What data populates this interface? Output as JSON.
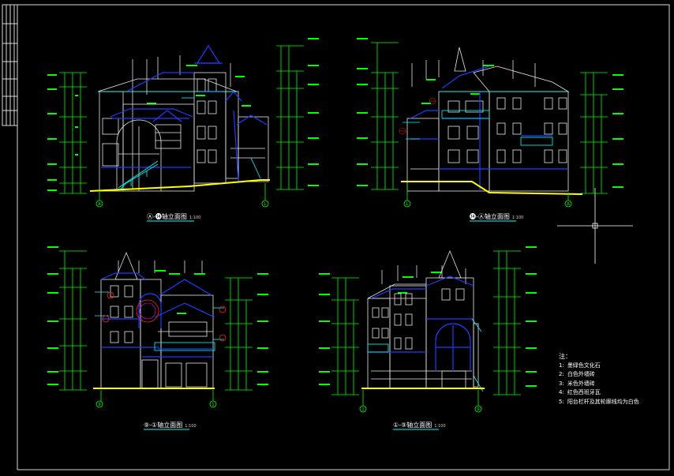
{
  "drawing": {
    "views": [
      {
        "id": "A",
        "label": "Ⓐ-⓮轴立面图",
        "scale": "1:100"
      },
      {
        "id": "B",
        "label": "⓮-Ⓐ轴立面图",
        "scale": "1:100"
      },
      {
        "id": "C",
        "label": "⑨-①轴立面图",
        "scale": "1:100"
      },
      {
        "id": "D",
        "label": "①-⑨轴立面图",
        "scale": "1:100"
      }
    ],
    "axis_tags": {
      "A": [
        "A",
        "L"
      ],
      "B": [
        "L",
        "A"
      ],
      "C": [
        "9",
        "1"
      ],
      "D": [
        "1",
        "9"
      ]
    },
    "notes": {
      "title": "注：",
      "items": [
        {
          "n": "1:",
          "text": "墨绿色文化石"
        },
        {
          "n": "2:",
          "text": "白色外墙砖"
        },
        {
          "n": "3:",
          "text": "米色外墙砖"
        },
        {
          "n": "4:",
          "text": "红色西班牙瓦"
        },
        {
          "n": "5:",
          "text": "阳台栏杆及其轮廓线均为白色"
        }
      ]
    },
    "colors": {
      "background": "#000000",
      "building": "#e6e6e6",
      "blue": "#1e3cff",
      "cyan": "#00ffff",
      "green": "#00ff00",
      "yellow": "#ffff00",
      "red": "#ff2020",
      "magenta": "#ff00ff"
    }
  }
}
